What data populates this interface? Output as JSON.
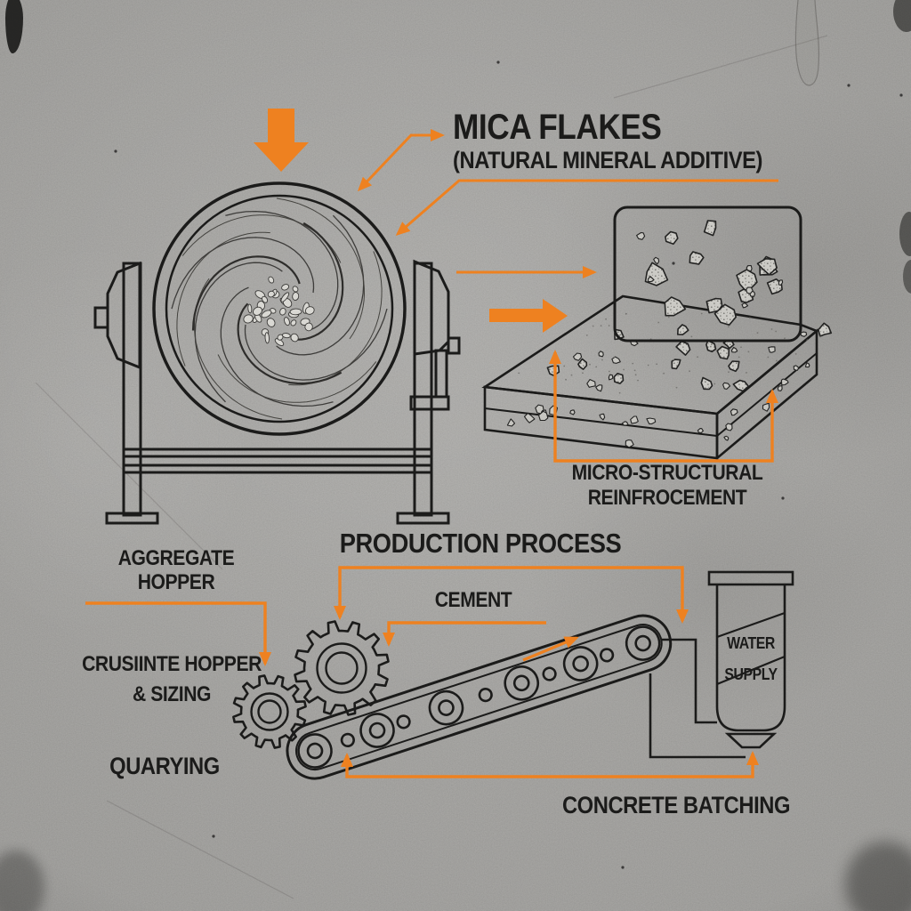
{
  "poster": {
    "title": "MICA FLAKES",
    "subtitle": "(NATURAL MINERAL ADDITIVE)",
    "section_title": "PRODUCTION PROCESS"
  },
  "callouts": {
    "reinforcement_line1": "MICRO-STRUCTURAL",
    "reinforcement_line2": "REINFROCEMENT",
    "aggregate_line1": "AGGREGATE",
    "aggregate_line2": "HOPPER",
    "crushing_line1": "CRUSIINTE HOPPER",
    "crushing_line2": "& SIZING",
    "quarrying": "QUARYING",
    "cement": "CEMENT",
    "water_line1": "WATER",
    "water_line2": "SUPPLY",
    "concrete_batching": "CONCRETE BATCHING"
  },
  "colors": {
    "accent_orange": "#EE8120",
    "ink": "#1B1B1A",
    "concrete_gray": "#A6A5A2"
  },
  "icons": [
    "cement-mixer-icon",
    "mica-flakes-panel-icon",
    "concrete-slab-icon",
    "crusher-gears-icon",
    "conveyor-belt-icon",
    "water-tank-icon",
    "orange-arrow-icon"
  ]
}
